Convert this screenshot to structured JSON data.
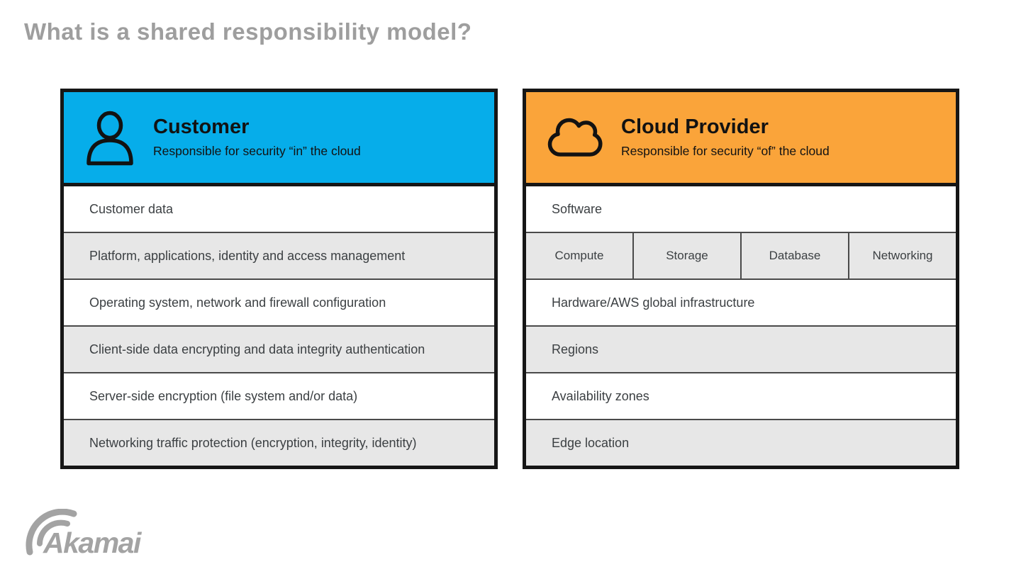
{
  "page": {
    "title": "What is a shared responsibility model?"
  },
  "colors": {
    "customer_header": "#06adea",
    "provider_header": "#faa43a",
    "row_alt": "#e7e7e7",
    "border": "#161616",
    "separator": "#4a4a4a",
    "title_gray": "#9e9e9e",
    "row_text": "#3c4043",
    "logo_gray": "#a3a3a3"
  },
  "customer_panel": {
    "icon": "person-icon",
    "title": "Customer",
    "subtitle": "Responsible for security “in” the cloud",
    "rows": [
      {
        "label": "Customer data",
        "shade": "white"
      },
      {
        "label": "Platform, applications, identity and access management",
        "shade": "gray"
      },
      {
        "label": "Operating system, network and firewall configuration",
        "shade": "white"
      },
      {
        "label": "Client-side data encrypting and data integrity authentication",
        "shade": "gray"
      },
      {
        "label": "Server-side encryption (file system and/or data)",
        "shade": "white"
      },
      {
        "label": "Networking traffic protection (encryption, integrity, identity)",
        "shade": "gray"
      }
    ]
  },
  "provider_panel": {
    "icon": "cloud-icon",
    "title": "Cloud Provider",
    "subtitle": "Responsible for security “of” the cloud",
    "rows": [
      {
        "label": "Software",
        "shade": "white"
      },
      {
        "cells": [
          "Compute",
          "Storage",
          "Database",
          "Networking"
        ],
        "shade": "gray"
      },
      {
        "label": "Hardware/AWS global infrastructure",
        "shade": "white"
      },
      {
        "label": "Regions",
        "shade": "gray"
      },
      {
        "label": "Availability zones",
        "shade": "white"
      },
      {
        "label": "Edge location",
        "shade": "gray"
      }
    ]
  },
  "footer": {
    "logo": "akamai-logo",
    "logo_text": "Akamai"
  }
}
